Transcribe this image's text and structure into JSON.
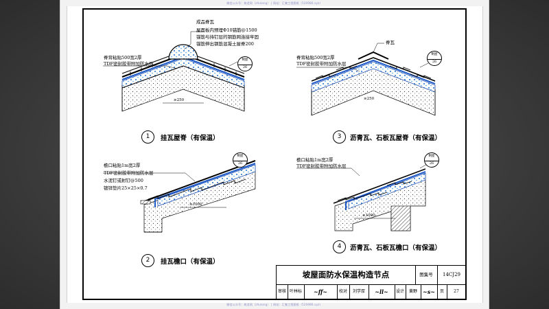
{
  "watermark": {
    "top": "微信公众号：筑龙网（zhulong） | 网站：汇集工程图纸（520986.xyz）",
    "bottom": "微信公众号：筑龙网（zhulong） | 网站：汇集工程图纸（520986.xyz）"
  },
  "details": [
    {
      "number": "1",
      "caption": "挂瓦屋脊（有保温）",
      "labels": [
        "成品脊瓦",
        "屋面板内预埋Φ10锚筋@1500",
        "锚筋与持钉层的钢筋网连接牢固",
        "锚筋伸出钢筋混凝土屋脊200",
        "脊背粘贴500宽2厚",
        "TDF密封胶带附加防水层"
      ],
      "ref": {
        "top": "制屋",
        "bottom": "26"
      },
      "dim": "≥250"
    },
    {
      "number": "2",
      "caption": "挂瓦檐口（有保温）",
      "labels": [
        "檐口粘贴1m宽2厚",
        "TDF密封胶带附加防水层",
        "水泥钉或射钉@500",
        "镀锌垫片25×25×0.7"
      ],
      "ref": {
        "top": "制屋",
        "bottom": "26"
      },
      "dim": "≥1000"
    },
    {
      "number": "3",
      "caption": "沥青瓦、石板瓦屋脊（有保温）",
      "labels": [
        "脊瓦",
        "脊背粘贴500宽2厚",
        "TDF密封胶带附加防水层"
      ],
      "ref": {
        "top": "制屋",
        "bottom": "26"
      },
      "dim": "≥250"
    },
    {
      "number": "4",
      "caption": "沥青瓦、石板瓦檐口（有保温）",
      "labels": [
        "檐口粘贴1m宽2厚",
        "TDF密封胶带附加防水层"
      ],
      "ref": {
        "top": "制屋",
        "bottom": "26"
      },
      "dim": "≥1000"
    }
  ],
  "title_block": {
    "title": "坡屋面防水保温构造节点",
    "code_label": "图集号",
    "code": "14CJ29",
    "review_label": "审核",
    "reviewer": "叶林标",
    "check_label": "校对",
    "checker": "刘学厚",
    "design_label": "设计",
    "designer": "黄野",
    "page_label": "页",
    "page": "27"
  }
}
